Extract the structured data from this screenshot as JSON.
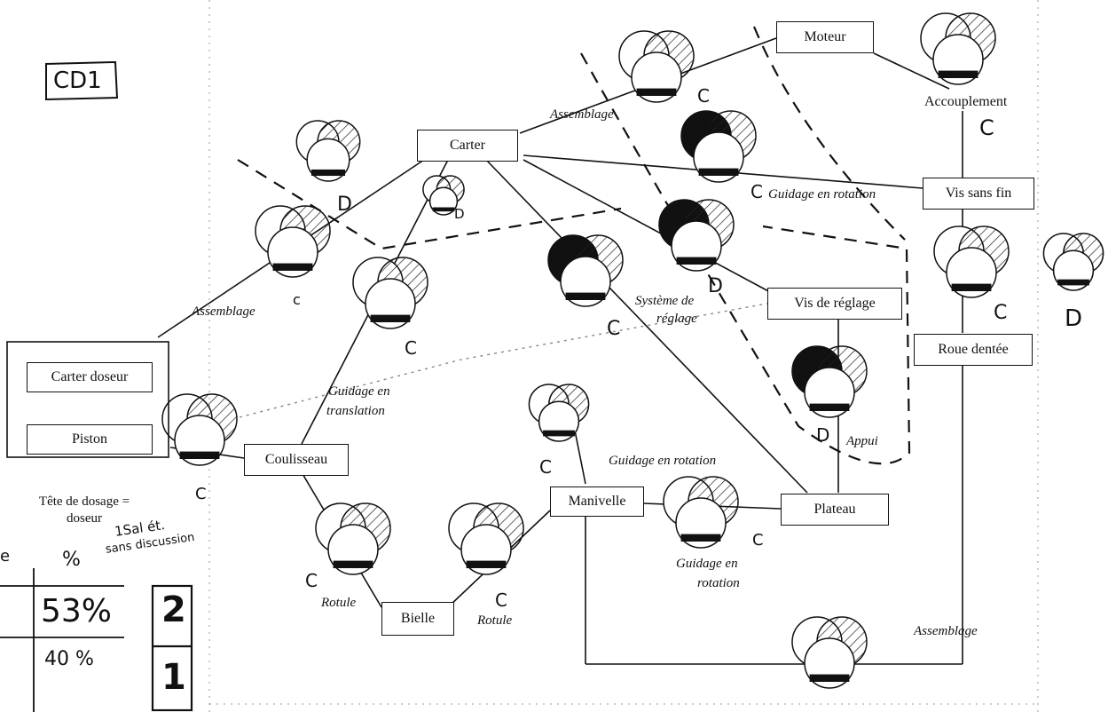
{
  "diagram": {
    "stamp": "CD1",
    "boxes": {
      "moteur": "Moteur",
      "carter": "Carter",
      "vis_sans_fin": "Vis sans fin",
      "vis_de_reglage": "Vis de réglage",
      "roue_dentee": "Roue dentée",
      "carter_doseur": "Carter doseur",
      "piston": "Piston",
      "coulisseau": "Coulisseau",
      "manivelle": "Manivelle",
      "plateau": "Plateau",
      "bielle": "Bielle"
    },
    "group_caption": [
      "Tête de dosage =",
      "doseur"
    ],
    "links": {
      "assemblage_carter_moteur": "Assemblage",
      "accouplement": "Accouplement",
      "guidage_rotation_carter_vis": "Guidage en rotation",
      "assemblage_left": "Assemblage",
      "systeme_reglage_1": "Système de",
      "systeme_reglage_2": "réglage",
      "guidage_translation_1": "Guidage en",
      "guidage_translation_2": "translation",
      "appui": "Appui",
      "guidage_rotation_manivelle": "Guidage en rotation",
      "guidage_rotation_plateau_1": "Guidage en",
      "guidage_rotation_plateau_2": "rotation",
      "rotule_left": "Rotule",
      "rotule_right": "Rotule",
      "assemblage_bottom": "Assemblage"
    },
    "handwritten": {
      "grade_c_moteur": "C",
      "grade_c_accoup": "C",
      "grade_c_guidage": "C",
      "grade_d_top": "D",
      "grade_d_small": "D",
      "grade_c_assemblage": "c",
      "grade_c_coulisseau_link": "C",
      "grade_c_carter_link": "C",
      "grade_d_reglage": "D",
      "grade_c_roue": "C",
      "grade_d_roue": "D",
      "grade_d_appui": "D",
      "grade_c_piston": "C",
      "grade_c_manivelle": "C",
      "grade_c_plateau": "C",
      "grade_c_rotule_left": "C",
      "grade_c_rotule_right": "C",
      "note_1": "1Sal ét.",
      "note_2": "sans discussion",
      "pct_header_1": "e",
      "pct_header_2": "%",
      "pct_1": "53%",
      "pct_2": "40 %",
      "box_num_1": "2",
      "box_num_2": "1"
    }
  }
}
